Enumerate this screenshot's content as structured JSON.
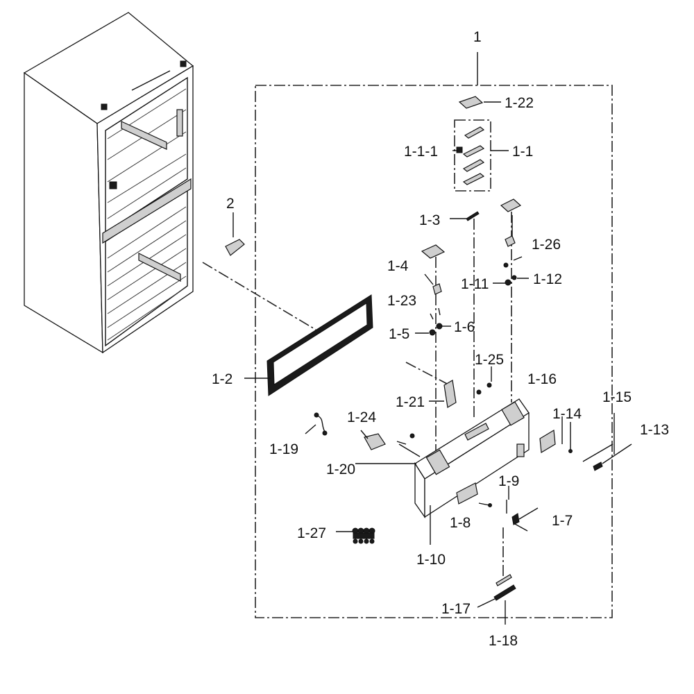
{
  "labels": {
    "l_1": "1",
    "l_2": "2",
    "l_1_22": "1-22",
    "l_1_1_1": "1-1-1",
    "l_1_1": "1-1",
    "l_1_3": "1-3",
    "l_1_26": "1-26",
    "l_1_4": "1-4",
    "l_1_11": "1-11",
    "l_1_12": "1-12",
    "l_1_23": "1-23",
    "l_1_5": "1-5",
    "l_1_6": "1-6",
    "l_1_25": "1-25",
    "l_1_16": "1-16",
    "l_1_15": "1-15",
    "l_1_2": "1-2",
    "l_1_21": "1-21",
    "l_1_14": "1-14",
    "l_1_13": "1-13",
    "l_1_24": "1-24",
    "l_1_19": "1-19",
    "l_1_20": "1-20",
    "l_1_9": "1-9",
    "l_1_8": "1-8",
    "l_1_7": "1-7",
    "l_1_27": "1-27",
    "l_1_10": "1-10",
    "l_1_17": "1-17",
    "l_1_18": "1-18"
  }
}
